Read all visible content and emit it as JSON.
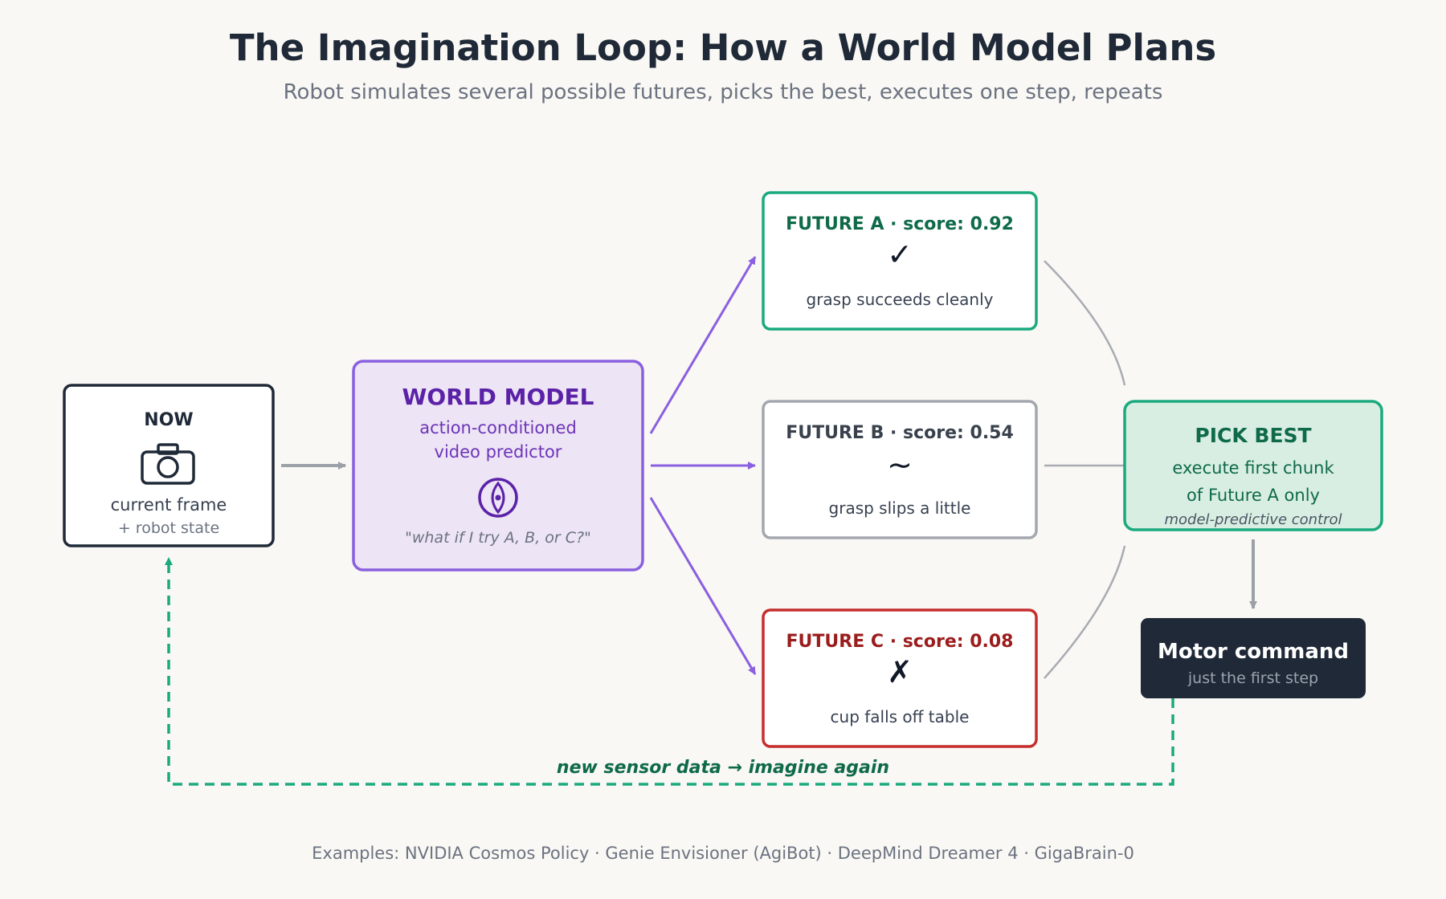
{
  "title": "The Imagination Loop: How a World Model Plans",
  "subtitle": "Robot simulates several possible futures, picks the best, executes one step, repeats",
  "now": {
    "heading": "NOW",
    "icon": "camera-icon",
    "line1": "current frame",
    "line2": "+ robot state"
  },
  "world_model": {
    "heading": "WORLD MODEL",
    "line1": "action-conditioned",
    "line2": "video predictor",
    "icon": "eye-icon",
    "quote": "\"what if I try A, B, or C?\""
  },
  "futures": [
    {
      "label": "FUTURE A · score: 0.92",
      "symbol": "✓",
      "desc": "grasp succeeds cleanly",
      "color": "#1aaa7e",
      "text_color": "#0f6a49"
    },
    {
      "label": "FUTURE B · score: 0.54",
      "symbol": "∼",
      "desc": "grasp slips a little",
      "color": "#a3a7ae",
      "text_color": "#39414d"
    },
    {
      "label": "FUTURE C · score: 0.08",
      "symbol": "✗",
      "desc": "cup falls off table",
      "color": "#c62e2e",
      "text_color": "#9b1c1c"
    }
  ],
  "pick_best": {
    "heading": "PICK BEST",
    "line1": "execute first chunk",
    "line2": "of Future A only",
    "note": "model-predictive control"
  },
  "motor": {
    "heading": "Motor command",
    "sub": "just the first step"
  },
  "loop_label": "new sensor data → imagine again",
  "footer": "Examples: NVIDIA Cosmos Policy · Genie Envisioner (AgiBot) · DeepMind Dreamer 4 · GigaBrain-0",
  "colors": {
    "background": "#f9f8f4",
    "purple": "#8a5fe0",
    "purple_text": "#5b22a8",
    "green": "#1aaa7e",
    "dark": "#1f2937",
    "grey": "#9ca0a8"
  }
}
